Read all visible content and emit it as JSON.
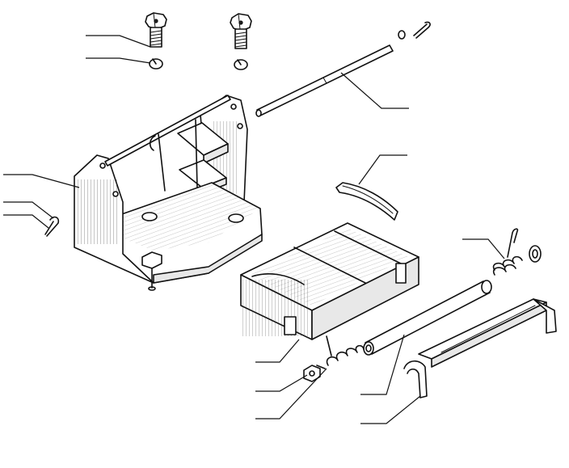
{
  "diagram": {
    "style": "exploded-assembly-line-drawing",
    "callouts": [
      {
        "id": "callout-1",
        "label": ""
      },
      {
        "id": "callout-2",
        "label": ""
      },
      {
        "id": "callout-3",
        "label": ""
      },
      {
        "id": "callout-4",
        "label": ""
      },
      {
        "id": "callout-5",
        "label": ""
      },
      {
        "id": "callout-6",
        "label": ""
      },
      {
        "id": "callout-7",
        "label": ""
      },
      {
        "id": "callout-8",
        "label": ""
      },
      {
        "id": "callout-9",
        "label": ""
      },
      {
        "id": "callout-10",
        "label": ""
      },
      {
        "id": "callout-11",
        "label": ""
      },
      {
        "id": "callout-12",
        "label": ""
      },
      {
        "id": "callout-13",
        "label": ""
      },
      {
        "id": "callout-14",
        "label": ""
      }
    ],
    "colors": {
      "ink": "#111111",
      "background": "#ffffff"
    }
  }
}
